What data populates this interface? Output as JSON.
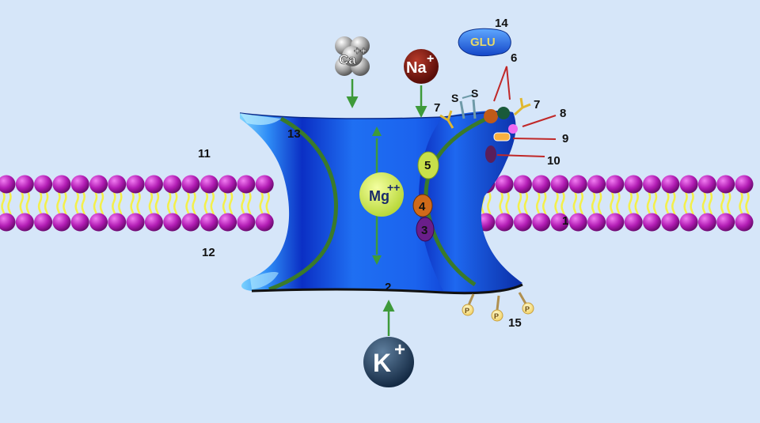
{
  "ions": {
    "calcium": "Ca",
    "calcium_charge": "++",
    "sodium": "Na",
    "sodium_charge": "+",
    "potassium": "K",
    "potassium_charge": "+",
    "magnesium": "Mg",
    "magnesium_charge": "++"
  },
  "glutamate": "GLU",
  "disulfide": [
    "S",
    "S"
  ],
  "phosphate": [
    "P",
    "P",
    "P"
  ],
  "labels": {
    "l1": "1",
    "l2": "2",
    "l3": "3",
    "l4": "4",
    "l5": "5",
    "l6": "6",
    "l7a": "7",
    "l7b": "7",
    "l8": "8",
    "l9": "9",
    "l10": "10",
    "l11": "11",
    "l12": "12",
    "l13": "13",
    "l14": "14",
    "l15": "15"
  },
  "colors": {
    "background": "#d6e6f9",
    "lipid_head": "#b21cb4",
    "lipid_tail": "#f4f04a",
    "channel": "#1660f0",
    "arrow": "#3e9a3a",
    "leader": "#c02828"
  }
}
